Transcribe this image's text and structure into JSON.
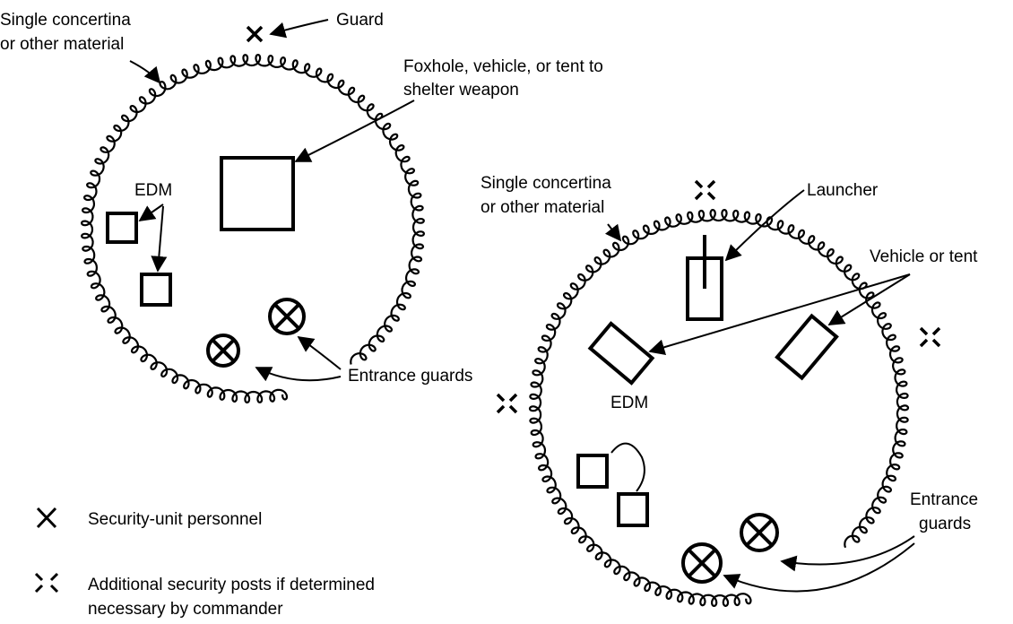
{
  "diagram": {
    "left_site": {
      "concertina_label_1": "Single concertina",
      "concertina_label_2": "or other material",
      "guard_label": "Guard",
      "shelter_label_1": "Foxhole, vehicle, or tent to",
      "shelter_label_2": "shelter weapon",
      "edm_label": "EDM",
      "entrance_guards_label": "Entrance guards"
    },
    "right_site": {
      "concertina_label_1": "Single concertina",
      "concertina_label_2": "or other material",
      "launcher_label": "Launcher",
      "vehicle_label": "Vehicle or tent",
      "edm_label": "EDM",
      "entrance_guards_label_1": "Entrance",
      "entrance_guards_label_2": "guards"
    },
    "legend": {
      "personnel_label": "Security-unit personnel",
      "posts_label_1": "Additional security posts if determined",
      "posts_label_2": "necessary by commander"
    }
  },
  "colors": {
    "ink": "#000000",
    "background": "#ffffff"
  }
}
